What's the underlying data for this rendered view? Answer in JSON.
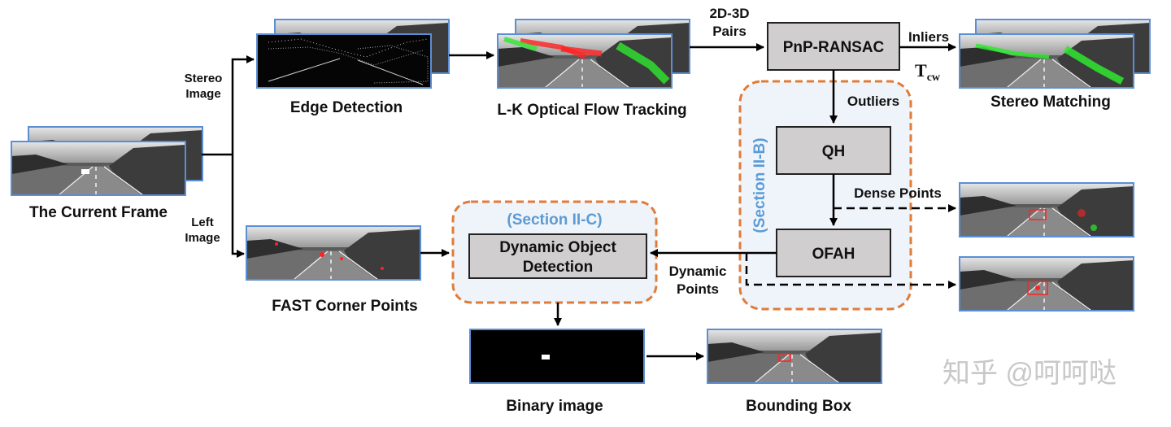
{
  "labels": {
    "current_frame": "The Current Frame",
    "stereo_image": [
      "Stereo",
      "Image"
    ],
    "left_image": [
      "Left",
      "Image"
    ],
    "edge_detection": "Edge Detection",
    "lk_tracking": "L-K Optical Flow Tracking",
    "pairs_2d3d": [
      "2D-3D",
      "Pairs"
    ],
    "inliers": "Inliers",
    "tcw_main": "T",
    "tcw_sub": "cw",
    "stereo_matching": "Stereo Matching",
    "outliers": "Outliers",
    "dense_points": "Dense Points",
    "dynamic_points": [
      "Dynamic",
      "Points"
    ],
    "fast_corner": "FAST Corner Points",
    "binary_image": "Binary image",
    "bounding_box": "Bounding Box"
  },
  "boxes": {
    "pnp": "PnP-RANSAC",
    "qh": "QH",
    "ofah": "OFAH",
    "dod": [
      "Dynamic Object",
      "Detection"
    ]
  },
  "sections": {
    "ii_b": "(Section II-B)",
    "ii_c": "(Section II-C)"
  },
  "watermark": "知乎 @呵呵哒",
  "colors": {
    "box_fill": "#d0cece",
    "region_fill": "#eef4fa",
    "region_border": "#e07b39",
    "section_text": "#5b9bd5",
    "thumb_border": "#5b8fd5"
  }
}
